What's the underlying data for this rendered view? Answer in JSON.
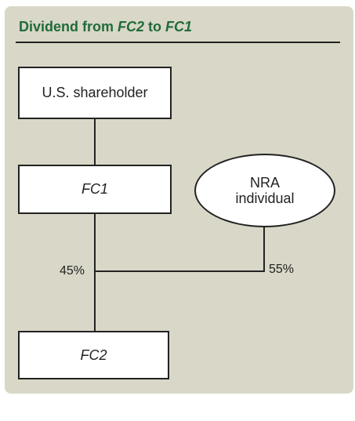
{
  "title": {
    "prefix": "Dividend from ",
    "from_entity": "FC2",
    "middle": " to ",
    "to_entity": "FC1"
  },
  "nodes": {
    "us_shareholder": "U.S. shareholder",
    "fc1": "FC1",
    "nra_line1": "NRA",
    "nra_line2": "individual",
    "fc2": "FC2"
  },
  "ownership": {
    "fc1_pct": "45%",
    "nra_pct": "55%"
  }
}
